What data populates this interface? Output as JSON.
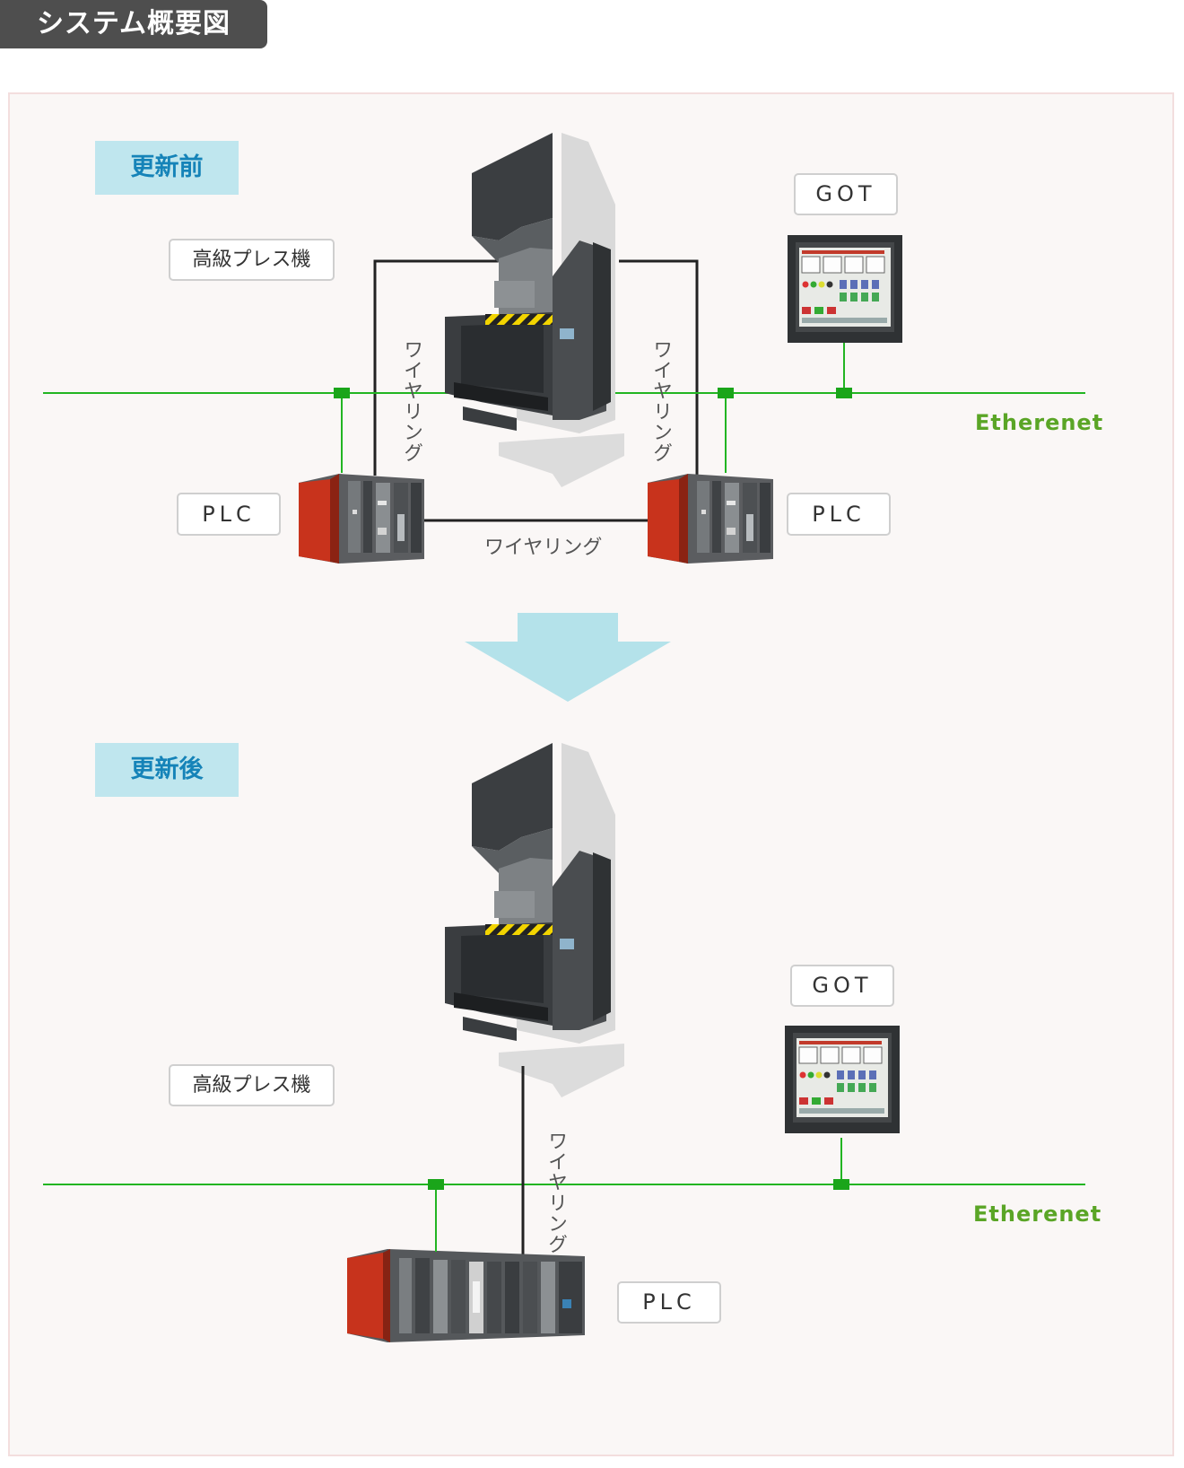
{
  "title": "システム概要図",
  "before": {
    "section_label": "更新前",
    "press_label": "高級プレス機",
    "got_label": "GOT",
    "plc_left_label": "PLC",
    "plc_right_label": "PLC",
    "wiring_left": "ワイヤリング",
    "wiring_right": "ワイヤリング",
    "wiring_bottom": "ワイヤリング",
    "network_label": "Etherenet"
  },
  "after": {
    "section_label": "更新後",
    "press_label": "高級プレス機",
    "got_label": "GOT",
    "plc_label": "PLC",
    "wiring": "ワイヤリング",
    "network_label": "Etherenet"
  },
  "colors": {
    "network_line": "#22b522",
    "connector": "#1aa51a",
    "arrow": "#b4e2ea",
    "section_bg": "#bfe6ee",
    "section_text": "#1583b8",
    "network_text": "#5aa526"
  }
}
